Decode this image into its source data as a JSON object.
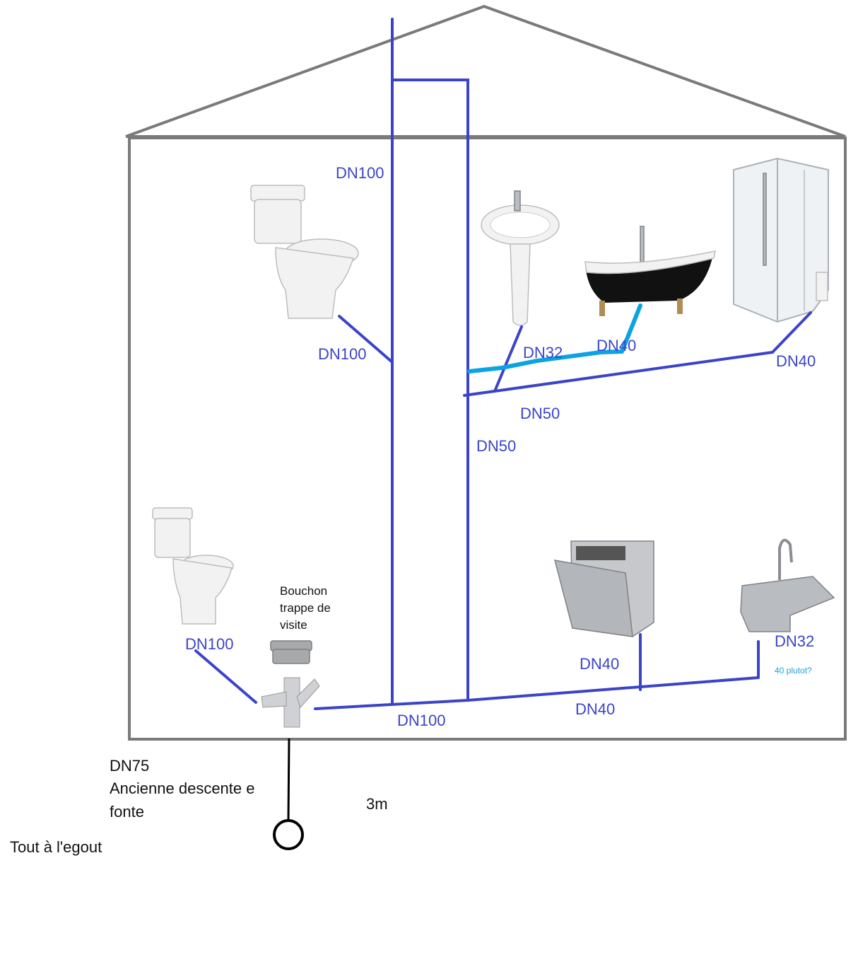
{
  "colors": {
    "pipe": "#3b44c8",
    "bath_pipe": "#0ba3e3",
    "house": "#7a7a7a",
    "note": "#1ea0e0"
  },
  "labels": {
    "stack_upper": "DN100",
    "toilet_upper": "DN100",
    "lavabo": "DN32",
    "bath": "DN40",
    "shower": "DN40",
    "collector_upper": "DN50",
    "riser_dn50": "DN50",
    "toilet_lower": "DN100",
    "main_collector": "DN100",
    "dishwasher": "DN40",
    "collector_lower": "DN40",
    "kitchen_sink": "DN32",
    "kitchen_note": "40 plutot?",
    "cap_line1": "Bouchon",
    "cap_line2": "trappe de",
    "cap_line3": "visite",
    "outlet_line1": "DN75",
    "outlet_line2": "Ancienne descente e",
    "outlet_line3": "fonte",
    "distance": "3m",
    "sewer": "Tout à l'egout"
  },
  "fixtures": [
    "toilet-upper",
    "washbasin",
    "bathtub",
    "shower-cabin",
    "toilet-lower",
    "inspection-cap",
    "y-fitting",
    "dishwasher",
    "kitchen-sink"
  ]
}
